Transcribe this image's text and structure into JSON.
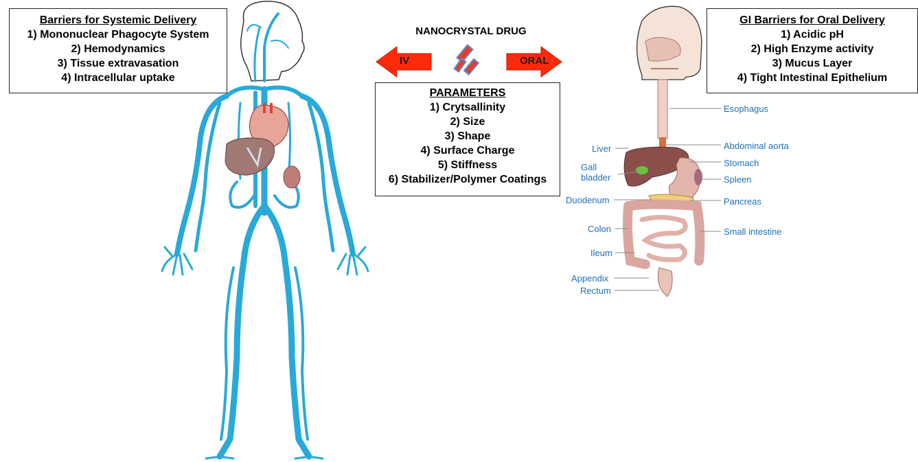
{
  "title": "NANOCRYSTAL DRUG",
  "routes": {
    "iv_label": "IV",
    "oral_label": "ORAL"
  },
  "systemic_box": {
    "heading": "Barriers for Systemic Delivery",
    "items": [
      "1) Mononuclear Phagocyte System",
      "2) Hemodynamics",
      "3) Tissue extravasation",
      "4) Intracellular uptake"
    ]
  },
  "gi_box": {
    "heading": "GI Barriers for Oral Delivery",
    "items": [
      "1) Acidic pH",
      "2) High Enzyme activity",
      "3) Mucus Layer",
      "4) Tight Intestinal Epithelium"
    ]
  },
  "parameters_box": {
    "heading": "PARAMETERS",
    "items": [
      "1) Crytsallinity",
      "2) Size",
      "3) Shape",
      "4) Surface Charge",
      "5) Stiffness",
      "6) Stabilizer/Polymer Coatings"
    ]
  },
  "organ_labels": {
    "esophagus": "Esophagus",
    "abdominal_aorta": "Abdominal aorta",
    "stomach": "Stomach",
    "spleen": "Spleen",
    "pancreas": "Pancreas",
    "small_intestine": "Small intestine",
    "liver": "Liver",
    "gall": "Gall",
    "bladder": "bladder",
    "duodenum": "Duodenum",
    "colon": "Colon",
    "ileum": "Ileum",
    "appendix": "Appendix",
    "rectum": "Rectum"
  },
  "colors": {
    "vessel": "#29a9d9",
    "arrow": "#ff2a0a",
    "label_blue": "#1e6fb8",
    "liver": "#9c6f6b"
  }
}
